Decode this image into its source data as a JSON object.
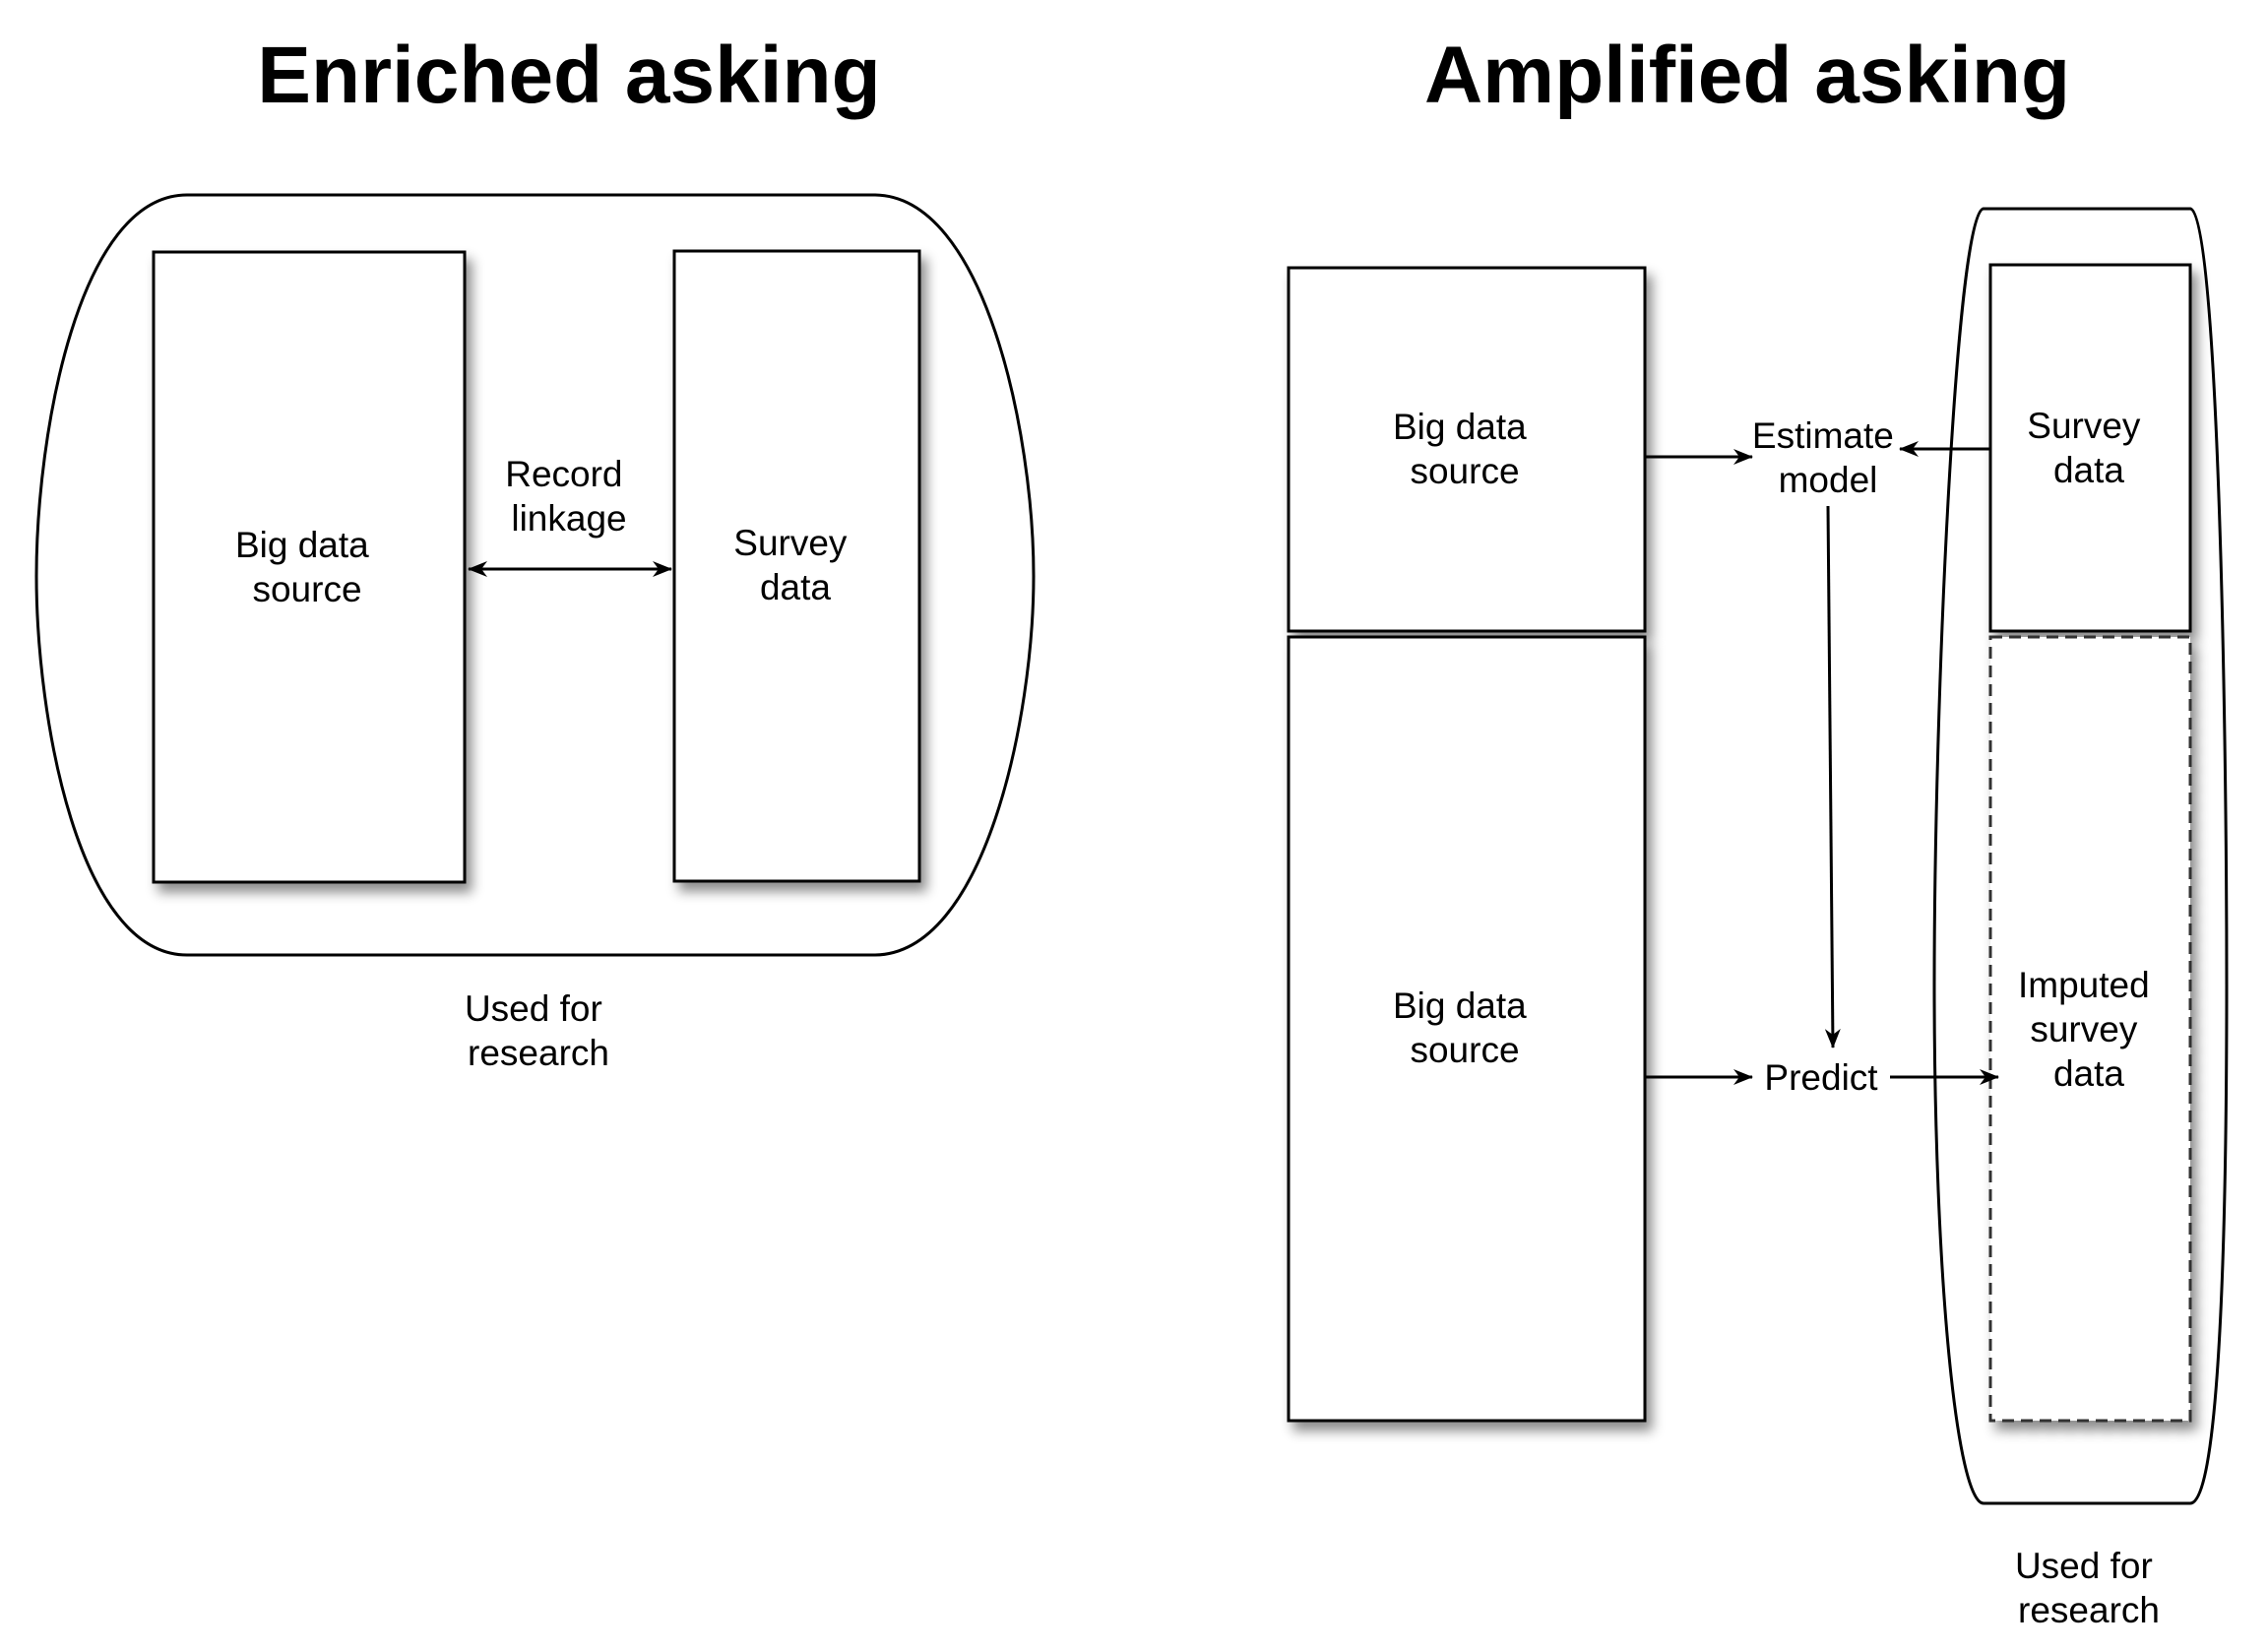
{
  "colors": {
    "stroke": "#000000",
    "fill": "#ffffff",
    "shadow": "#888888"
  },
  "enriched": {
    "title": "Enriched asking",
    "big_data_box": [
      "Big data",
      "source"
    ],
    "link_label": [
      "Record",
      "linkage"
    ],
    "survey_box": [
      "Survey",
      "data"
    ],
    "group_caption": [
      "Used for",
      "research"
    ]
  },
  "amplified": {
    "title": "Amplified asking",
    "big_data_top": [
      "Big data",
      "source"
    ],
    "estimate_model": [
      "Estimate",
      "model"
    ],
    "survey_box": [
      "Survey",
      "data"
    ],
    "big_data_bottom": [
      "Big data",
      "source"
    ],
    "predict": "Predict",
    "imputed_box": [
      "Imputed",
      "survey",
      "data"
    ],
    "group_caption": [
      "Used for",
      "research"
    ]
  }
}
